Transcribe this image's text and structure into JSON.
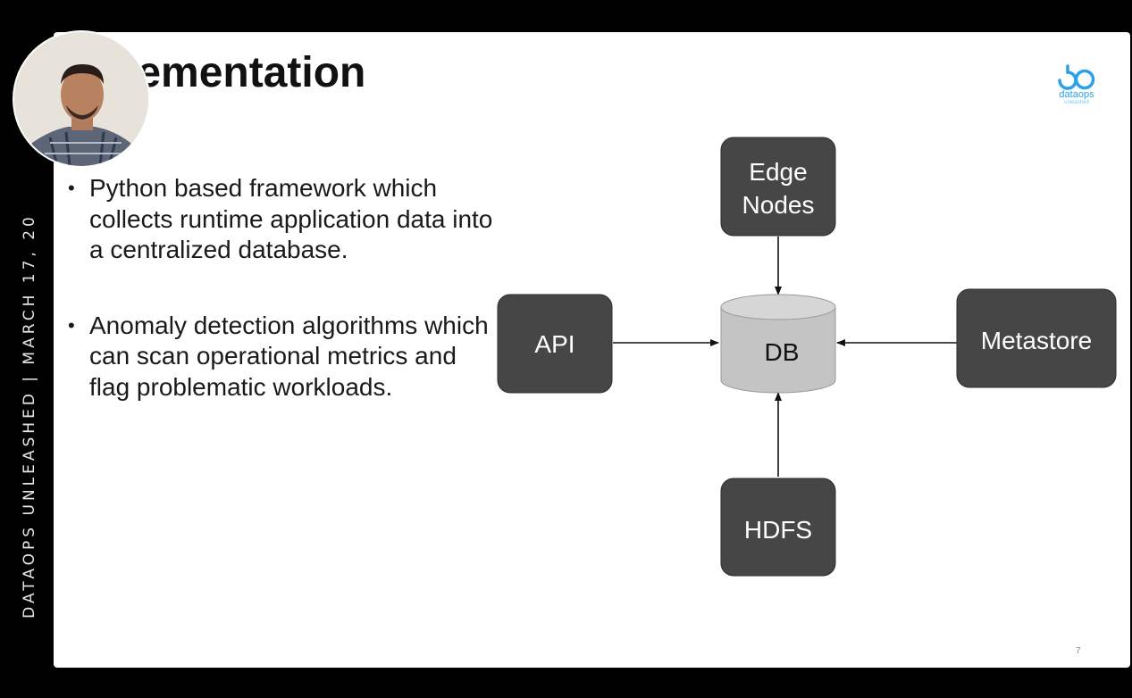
{
  "side_banner": {
    "text": "DATAOPS UNLEASHED  |  MARCH 17, 20"
  },
  "slide": {
    "title": "lementation",
    "page_number": "7",
    "bullets": [
      "Python based framework which collects runtime application data  into a centralized database.",
      "Anomaly detection algorithms which can scan operational metrics and flag problematic workloads."
    ]
  },
  "logo": {
    "mark": "do",
    "word": "dataops",
    "sub": "unleashed",
    "color": "#2aa1e8"
  },
  "diagram": {
    "nodes": {
      "edge": [
        "Edge",
        "Nodes"
      ],
      "api": "API",
      "db": "DB",
      "metastore": "Metastore",
      "hdfs": "HDFS"
    },
    "node_color": "#464646",
    "db_color": "#c4c4c4"
  },
  "presenter": {
    "icon": "presenter-video-thumbnail"
  }
}
